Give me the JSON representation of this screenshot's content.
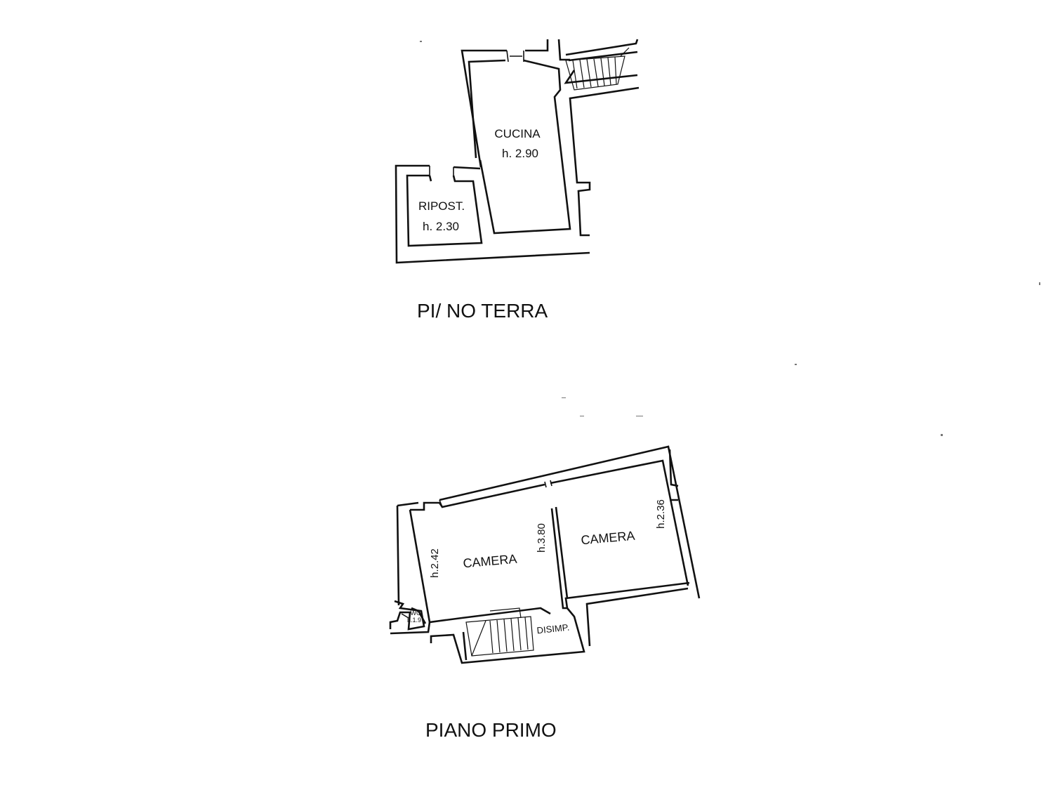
{
  "ground_floor": {
    "title": "PI/ NO TERRA",
    "rooms": {
      "kitchen": {
        "name": "CUCINA",
        "height": "h. 2.90"
      },
      "storage": {
        "name": "RIPOST.",
        "height": "h. 2.30"
      }
    }
  },
  "first_floor": {
    "title": "PIANO PRIMO",
    "rooms": {
      "bedroom_left": {
        "name": "CAMERA",
        "height": "h.2.42"
      },
      "bedroom_right": {
        "name": "CAMERA",
        "height": "h.2.36"
      },
      "partition_height": "h.3.80",
      "landing": {
        "name": "DISIMP."
      },
      "wc": {
        "name": "WC",
        "height": "h.1.9"
      }
    }
  }
}
